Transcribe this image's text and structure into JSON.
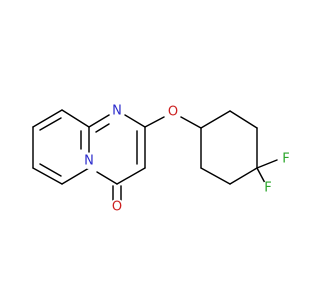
{
  "molecule": {
    "atoms": {
      "n_ring": {
        "symbol": "N",
        "color": "#2b2bcc"
      },
      "n_bridge": {
        "symbol": "N",
        "color": "#2b2bcc"
      },
      "o_ether": {
        "symbol": "O",
        "color": "#cc1f1f"
      },
      "o_carbonyl": {
        "symbol": "O",
        "color": "#cc1f1f"
      },
      "f_top": {
        "symbol": "F",
        "color": "#2aa52a"
      },
      "f_bottom": {
        "symbol": "F",
        "color": "#2aa52a"
      }
    }
  }
}
